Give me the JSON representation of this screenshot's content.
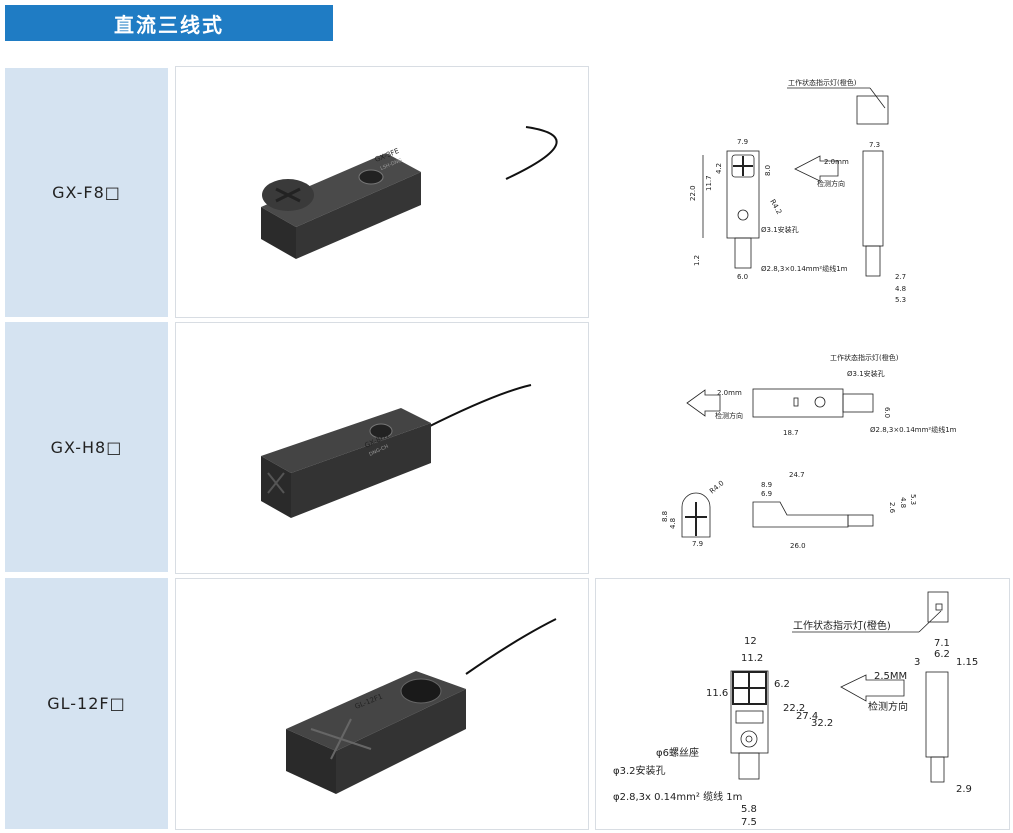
{
  "header": {
    "title": "直流三线式"
  },
  "rows": [
    {
      "model": "GX-F8□",
      "print": [
        "GX-3FE",
        "LSH-DNG"
      ]
    },
    {
      "model": "GX-H8□",
      "print": [
        "GX-8H1",
        "DNG-CH"
      ]
    },
    {
      "model": "GL-12F□",
      "print": [
        "GL-12F1"
      ]
    }
  ],
  "d1": {
    "indicator": "工作状态指示灯(橙色)",
    "w": "7.9",
    "side_w": "7.3",
    "dist": "2.0mm",
    "dir": "检测方向",
    "h42": "4.2",
    "h117": "11.7",
    "h220": "22.0",
    "h80": "8.0",
    "r": "R4.2",
    "hole": "Ø3.1安装孔",
    "cable": "Ø2.8,3×0.14mm²缆线1m",
    "h12": "1.2",
    "w60": "6.0",
    "s27": "2.7",
    "s48": "4.8",
    "s53": "5.3"
  },
  "d2": {
    "indicator": "工作状态指示灯(橙色)",
    "hole": "Ø3.1安装孔",
    "dist": "2.0mm",
    "dir": "检测方向",
    "h60": "6.0",
    "l187": "18.7",
    "cable": "Ø2.8,3×0.14mm²缆线1m",
    "l247": "24.7",
    "l89": "8.9",
    "l69": "6.9",
    "l260": "26.0",
    "v26": "2.6",
    "v48": "4.8",
    "v53": "5.3",
    "r": "R4.0",
    "f88": "8.8",
    "f48": "4.8",
    "f79": "7.9"
  },
  "d3": {
    "indicator": "工作状态指示灯(橙色)",
    "w12": "12",
    "w112": "11.2",
    "h116": "11.6",
    "h62": "6.2",
    "h222": "22.2",
    "h274": "27.4",
    "h322": "32.2",
    "dist": "2.5MM",
    "dir": "检测方向",
    "screw": "φ6螺丝座",
    "hole": "φ3.2安装孔",
    "cable": "φ2.8,3x 0.14mm² 缆线 1m",
    "w58": "5.8",
    "w75": "7.5",
    "s71": "7.1",
    "s62": "6.2",
    "s3": "3",
    "s115": "1.15",
    "s29": "2.9"
  }
}
